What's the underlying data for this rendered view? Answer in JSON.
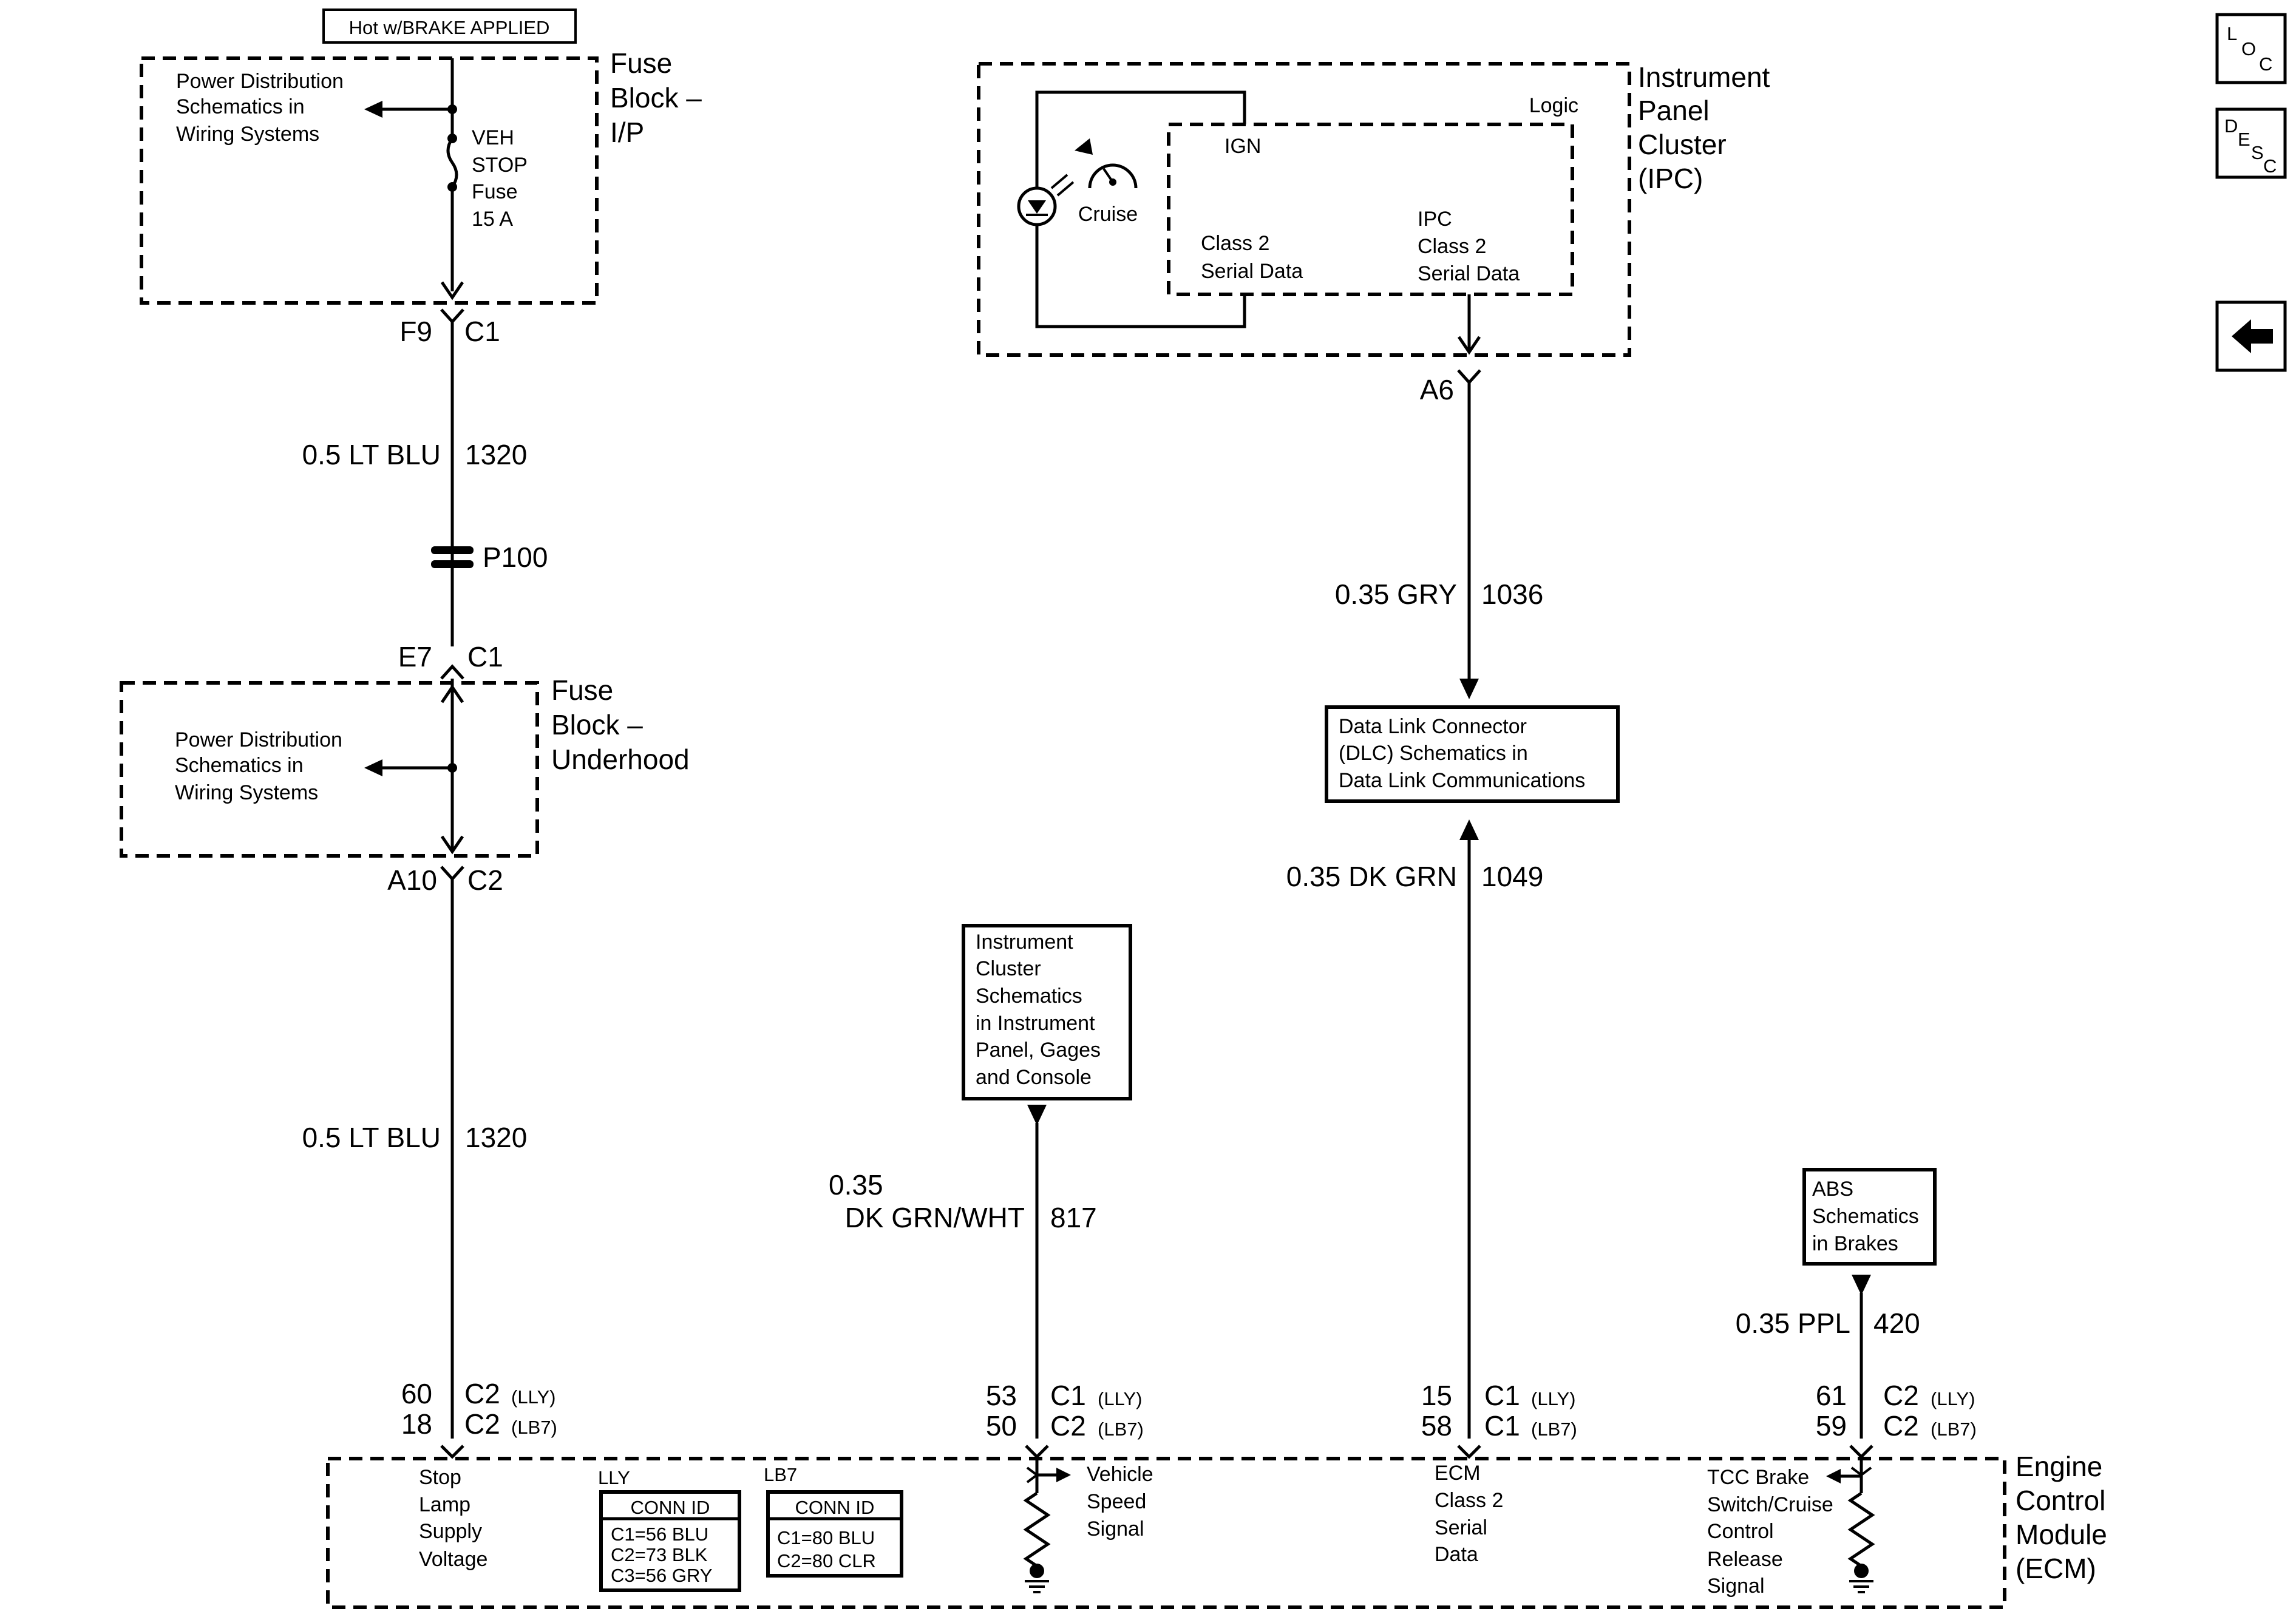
{
  "top_label": "Hot w/BRAKE APPLIED",
  "fuse_block_ip": {
    "title": [
      "Fuse",
      "Block –",
      "I/P"
    ],
    "pd_ref": [
      "Power Distribution",
      "Schematics in",
      "Wiring Systems"
    ],
    "fuse": [
      "VEH",
      "STOP",
      "Fuse",
      "15 A"
    ],
    "out_pin": "F9",
    "out_conn": "C1"
  },
  "wire_1320_upper": {
    "size_color": "0.5 LT BLU",
    "circuit": "1320"
  },
  "splice": "P100",
  "fuse_block_underhood": {
    "in_pin": "E7",
    "in_conn": "C1",
    "title": [
      "Fuse",
      "Block –",
      "Underhood"
    ],
    "pd_ref": [
      "Power Distribution",
      "Schematics in",
      "Wiring Systems"
    ],
    "out_pin": "A10",
    "out_conn": "C2"
  },
  "wire_1320_lower": {
    "size_color": "0.5 LT BLU",
    "circuit": "1320"
  },
  "ipc": {
    "title": [
      "Instrument",
      "Panel",
      "Cluster",
      "(IPC)"
    ],
    "logic": "Logic",
    "ign": "IGN",
    "cruise": "Cruise",
    "class2": [
      "Class 2",
      "Serial Data"
    ],
    "ipc_class2": [
      "IPC",
      "Class 2",
      "Serial Data"
    ],
    "pin": "A6"
  },
  "wire_1036": {
    "size_color": "0.35 GRY",
    "circuit": "1036"
  },
  "dlc_box": [
    "Data Link Connector",
    "(DLC) Schematics in",
    "Data Link Communications"
  ],
  "wire_1049": {
    "size_color": "0.35 DK GRN",
    "circuit": "1049"
  },
  "instrument_cluster_box": [
    "Instrument",
    "Cluster",
    "Schematics",
    "in Instrument",
    "Panel, Gages",
    "and Console"
  ],
  "wire_817": {
    "size_color_1": "0.35",
    "size_color_2": "DK GRN/WHT",
    "circuit": "817"
  },
  "abs_box": [
    "ABS",
    "Schematics",
    "in Brakes"
  ],
  "wire_420": {
    "size_color": "0.35 PPL",
    "circuit": "420"
  },
  "ecm_pins": {
    "stop": {
      "pin_lly": "60",
      "pin_lb7": "18",
      "conn_lly": "C2",
      "conn_lb7": "C2",
      "tag_lly": "(LLY)",
      "tag_lb7": "(LB7)"
    },
    "vss": {
      "pin_lly": "53",
      "pin_lb7": "50",
      "conn_lly": "C1",
      "conn_lb7": "C2",
      "tag_lly": "(LLY)",
      "tag_lb7": "(LB7)"
    },
    "class2": {
      "pin_lly": "15",
      "pin_lb7": "58",
      "conn_lly": "C1",
      "conn_lb7": "C1",
      "tag_lly": "(LLY)",
      "tag_lb7": "(LB7)"
    },
    "tcc": {
      "pin_lly": "61",
      "pin_lb7": "59",
      "conn_lly": "C2",
      "conn_lb7": "C2",
      "tag_lly": "(LLY)",
      "tag_lb7": "(LB7)"
    }
  },
  "ecm": {
    "title": [
      "Engine",
      "Control",
      "Module",
      "(ECM)"
    ],
    "stop_lamp": [
      "Stop",
      "Lamp",
      "Supply",
      "Voltage"
    ],
    "lly_label": "LLY",
    "lb7_label": "LB7",
    "conn_id_title": "CONN ID",
    "lly_conn": [
      "C1=56 BLU",
      "C2=73 BLK",
      "C3=56 GRY"
    ],
    "lb7_conn": [
      "C1=80 BLU",
      "C2=80 CLR"
    ],
    "vss": [
      "Vehicle",
      "Speed",
      "Signal"
    ],
    "class2": [
      "ECM",
      "Class 2",
      "Serial",
      "Data"
    ],
    "tcc": [
      "TCC Brake",
      "Switch/Cruise",
      "Control",
      "Release",
      "Signal"
    ]
  },
  "nav": {
    "loc": [
      "L",
      "O",
      "C"
    ],
    "desc": [
      "D",
      "E",
      "S",
      "C"
    ]
  }
}
